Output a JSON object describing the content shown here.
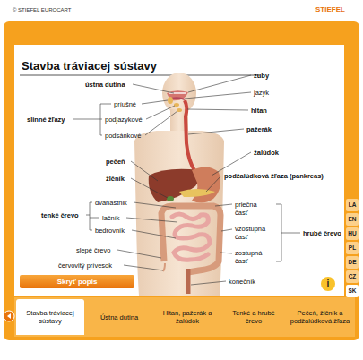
{
  "diagram": {
    "title": "Stavba tráviacej sústavy",
    "nodes": [
      {
        "text": [
          "Skryť popis"
        ]
      },
      {
        "text": [
          "i"
        ]
      },
      {
        "text": [
          "Stavba tráviacej sústavy"
        ]
      },
      {
        "text": [
          "Ústna dutina"
        ]
      },
      {
        "text": [
          "Hltan, pažerák a žalúdok"
        ]
      },
      {
        "text": [
          "Tenké a hrubé črevo"
        ]
      },
      {
        "text": [
          "Pečeň, žlčník a podžalúdková žľaza"
        ]
      },
      {
        "text": [
          "LA"
        ]
      },
      {
        "text": [
          "EN"
        ]
      },
      {
        "text": [
          "HU"
        ]
      },
      {
        "text": [
          "PL"
        ]
      },
      {
        "text": [
          "DE"
        ]
      },
      {
        "text": [
          "CZ"
        ]
      },
      {
        "text": [
          "SK"
        ]
      }
    ],
    "labels": [
      "© STIEFEL EUROCART",
      "STIEFEL",
      "ústna dutina",
      "zuby",
      "jazyk",
      "hltan",
      "príušné",
      "slinné žľazy",
      "podjazykové",
      "podsánkové",
      "pažerák",
      "žalúdok",
      "pečeň",
      "žlčník",
      "podžalúdková žľaza (pankreas)",
      "dvanástnik",
      "priečna časť",
      "tenké črevo",
      "lačník",
      "bedrovník",
      "vzostupná časť",
      "hrubé črevo",
      "slepé črevo",
      "zostupná časť",
      "červovitý prívesok",
      "konečník"
    ]
  }
}
